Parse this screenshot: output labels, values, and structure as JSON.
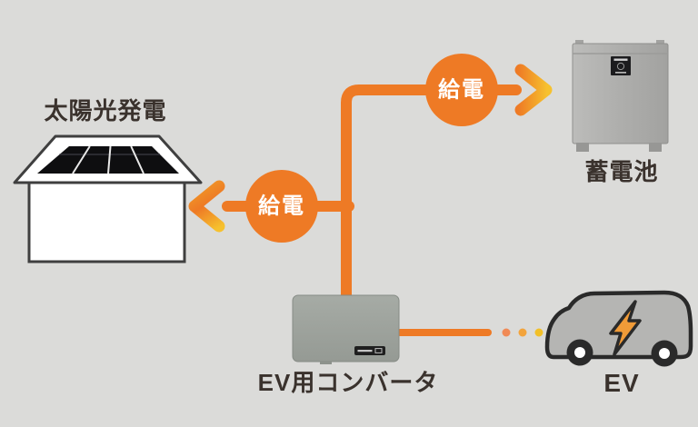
{
  "diagram": {
    "background_color": "#dbdbd9",
    "colors": {
      "flow_orange": "#ee7a25",
      "flow_yellow_tip": "#f6c12e",
      "badge_fill": "#ee7a25",
      "badge_text_color": "#ffffff",
      "node_label_color": "#3a322d",
      "dot_colors": [
        "#f08a56",
        "#f3a43c",
        "#f2c028"
      ]
    },
    "nodes": [
      {
        "id": "solar",
        "label": "太陽光発電",
        "icon": "solar-house-icon"
      },
      {
        "id": "battery",
        "label": "蓄電池",
        "icon": "storage-battery-icon"
      },
      {
        "id": "converter",
        "label": "EV用コンバータ",
        "icon": "ev-converter-icon"
      },
      {
        "id": "ev",
        "label": "EV",
        "icon": "ev-car-icon"
      }
    ],
    "edges": [
      {
        "from": "converter",
        "to": "solar",
        "label": "給電",
        "style": "solid-arrow"
      },
      {
        "from": "converter",
        "to": "battery",
        "label": "給電",
        "style": "solid-arrow"
      },
      {
        "from": "converter",
        "to": "ev",
        "style": "dotted"
      }
    ]
  }
}
